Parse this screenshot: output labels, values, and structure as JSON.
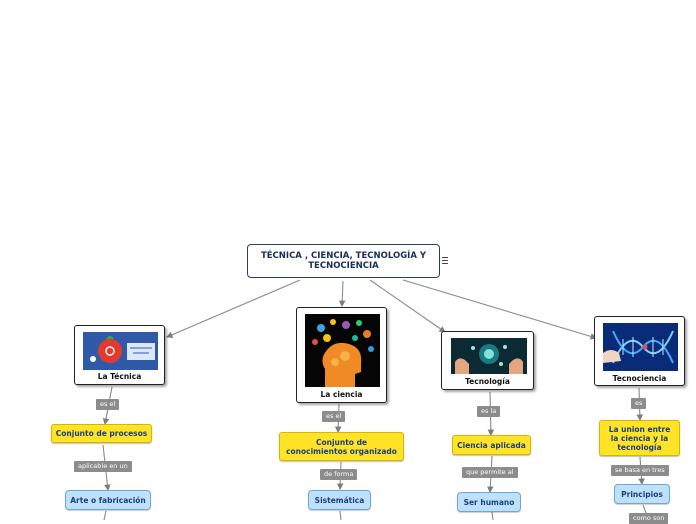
{
  "central": {
    "title": "TÉCNICA , CIENCIA, TECNOLOGÍA Y TECNOCIENCIA"
  },
  "branches": {
    "tecnica": {
      "label": "La Técnica",
      "steps": [
        "es el",
        "Conjunto de procesos",
        "aplicable en un",
        "Arte o fabricación"
      ]
    },
    "ciencia": {
      "label": "La ciencia",
      "steps": [
        "es el",
        "Conjunto de conocimientos organizado",
        "de forma",
        "Sistemática"
      ]
    },
    "tecnologia": {
      "label": "Tecnología",
      "steps": [
        "es la",
        "Ciencia aplicada",
        "que permite al",
        "Ser humano"
      ]
    },
    "tecnociencia": {
      "label": "Tecnociencia",
      "steps": [
        "es",
        "La union entre la ciencia y la tecnología",
        "se basa en tres",
        "Principios",
        "como son"
      ]
    }
  },
  "colors": {
    "topic_yellow": "#ffe326",
    "subtopic_blue": "#bfe0fb",
    "relation_gray": "#8c8c8c",
    "central_text": "#1a2d55"
  }
}
